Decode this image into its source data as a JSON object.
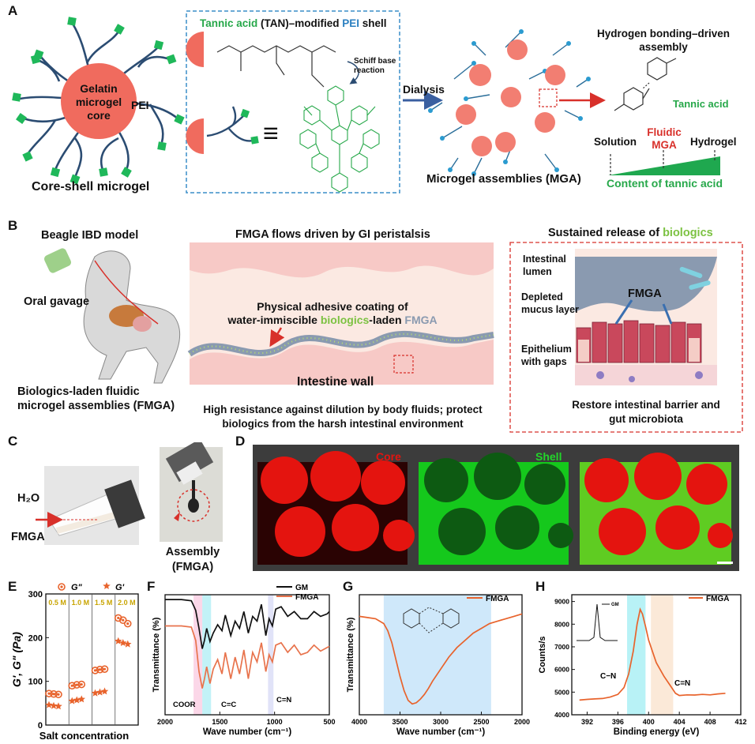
{
  "panels": {
    "a": {
      "label": "A",
      "gelatin_core": "Gelatin microgel core",
      "gelatin_core_lines": [
        "Gelatin",
        "microgel",
        "core"
      ],
      "pei": "PEI",
      "core_shell": "Core-shell microgel",
      "shell_title_green": "Tannic acid",
      "shell_title_mid": " (TAN)–modified ",
      "shell_title_blue": "PEI",
      "shell_title_end": " shell",
      "schiff_base": "Schiff base reaction",
      "schiff_lines": [
        "Schiff base",
        "reaction"
      ],
      "equiv": "≡",
      "dialysis": "Dialysis",
      "mga": "Microgel assemblies (MGA)",
      "hbond": "Hydrogen bonding–driven assembly",
      "hbond_lines": [
        "Hydrogen bonding–driven",
        "assembly"
      ],
      "tannic_acid": "Tannic acid",
      "solution": "Solution",
      "fluidic_mga": "Fluidic MGA",
      "fluidic_lines": [
        "Fluidic",
        "MGA"
      ],
      "hydrogel": "Hydrogel",
      "content": "Content of tannic acid"
    },
    "b": {
      "label": "B",
      "beagle": "Beagle IBD model",
      "oral": "Oral gavage",
      "fmga_line1": "Biologics-laden fluidic",
      "fmga_line2": "microgel assemblies (FMGA)",
      "flows": "FMGA flows driven by GI peristalsis",
      "coating_line1": "Physical adhesive coating of",
      "coating_line2_a": "water-immiscible ",
      "coating_line2_b": "biologics",
      "coating_line2_c": "-laden ",
      "coating_line2_d": "FMGA",
      "intestine_wall": "Intestine wall",
      "resistance_line1": "High resistance against dilution by body fluids; protect",
      "resistance_line2": "biologics from the harsh intestinal environment",
      "sustained_a": "Sustained release of ",
      "sustained_b": "biologics",
      "lumen": "Intestinal lumen",
      "lumen_lines": [
        "Intestinal",
        "lumen"
      ],
      "mucus": "Depleted mucus layer",
      "mucus_lines": [
        "Depleted",
        "mucus layer"
      ],
      "epithelium": "Epithelium with gaps",
      "epi_lines": [
        "Epithelium",
        "with gaps"
      ],
      "fmga": "FMGA",
      "restore_line1": "Restore intestinal barrier and",
      "restore_line2": "gut microbiota"
    },
    "c": {
      "label": "C",
      "h2o": "H₂O",
      "fmga": "FMGA",
      "assembly": "Assembly",
      "assembly_sub": "(FMGA)"
    },
    "d": {
      "label": "D",
      "core": "Core",
      "shell": "Shell"
    },
    "e": {
      "label": "E"
    },
    "f": {
      "label": "F"
    },
    "g": {
      "label": "G"
    },
    "h": {
      "label": "H"
    }
  },
  "chart_data": [
    {
      "id": "E",
      "type": "scatter",
      "xlabel": "Salt concentration",
      "ylabel": "G', G\" (Pa)",
      "ylim": [
        0,
        300
      ],
      "yticks": [
        0,
        100,
        200,
        300
      ],
      "categories": [
        "0.5 M",
        "1.0 M",
        "1.5 M",
        "2.0 M"
      ],
      "legend": [
        "G\"",
        "G'"
      ],
      "series": [
        {
          "name": "G\"",
          "marker": "circle",
          "color": "#e8632c",
          "values": [
            [
              72,
              71,
              70
            ],
            [
              90,
              92,
              93
            ],
            [
              125,
              127,
              128
            ],
            [
              245,
              240,
              232
            ]
          ]
        },
        {
          "name": "G'",
          "marker": "star",
          "color": "#e8632c",
          "values": [
            [
              46,
              44,
              43
            ],
            [
              55,
              57,
              59
            ],
            [
              73,
              75,
              77
            ],
            [
              192,
              188,
              185
            ]
          ]
        }
      ],
      "grid": false
    },
    {
      "id": "F",
      "type": "line",
      "xlabel": "Wave number (cm⁻¹)",
      "ylabel": "Transmittance (%)",
      "xlim": [
        2000,
        500
      ],
      "xticks": [
        2000,
        1500,
        1000,
        500
      ],
      "series": [
        {
          "name": "GM",
          "color": "#111111",
          "x": [
            2000,
            1850,
            1760,
            1720,
            1690,
            1660,
            1640,
            1620,
            1590,
            1560,
            1520,
            1480,
            1450,
            1400,
            1360,
            1320,
            1280,
            1240,
            1200,
            1160,
            1120,
            1080,
            1050,
            1020,
            990,
            940,
            880,
            820,
            760,
            700,
            640,
            580,
            520,
            500
          ],
          "y": [
            0.96,
            0.96,
            0.95,
            0.87,
            0.72,
            0.55,
            0.62,
            0.72,
            0.61,
            0.68,
            0.75,
            0.7,
            0.83,
            0.66,
            0.78,
            0.72,
            0.86,
            0.68,
            0.82,
            0.78,
            0.92,
            0.66,
            0.8,
            0.74,
            0.88,
            0.9,
            0.82,
            0.86,
            0.8,
            0.8,
            0.86,
            0.82,
            0.84,
            0.86
          ]
        },
        {
          "name": "FMGA",
          "color": "#e8734c",
          "x": [
            2000,
            1850,
            1760,
            1720,
            1690,
            1660,
            1640,
            1620,
            1590,
            1560,
            1520,
            1480,
            1450,
            1400,
            1360,
            1320,
            1280,
            1240,
            1200,
            1160,
            1120,
            1080,
            1050,
            1020,
            990,
            940,
            880,
            820,
            760,
            700,
            640,
            580,
            520,
            500
          ],
          "y": [
            0.74,
            0.74,
            0.73,
            0.62,
            0.36,
            0.22,
            0.3,
            0.4,
            0.26,
            0.38,
            0.46,
            0.34,
            0.52,
            0.3,
            0.48,
            0.34,
            0.54,
            0.3,
            0.52,
            0.44,
            0.6,
            0.36,
            0.5,
            0.44,
            0.58,
            0.6,
            0.52,
            0.58,
            0.5,
            0.52,
            0.58,
            0.53,
            0.56,
            0.57
          ]
        }
      ],
      "annotations": [
        "COOR",
        "C=C",
        "C=N"
      ]
    },
    {
      "id": "G",
      "type": "line",
      "xlabel": "Wave number (cm⁻¹)",
      "ylabel": "Transmittance (%)",
      "xlim": [
        4000,
        2000
      ],
      "xticks": [
        4000,
        3500,
        3000,
        2500,
        2000
      ],
      "series": [
        {
          "name": "FMGA",
          "color": "#e8632c",
          "x": [
            4000,
            3900,
            3800,
            3700,
            3650,
            3600,
            3550,
            3500,
            3450,
            3400,
            3350,
            3300,
            3250,
            3200,
            3150,
            3100,
            3000,
            2900,
            2800,
            2700,
            2600,
            2500,
            2400,
            2300,
            2200,
            2100,
            2000
          ],
          "y": [
            0.82,
            0.81,
            0.8,
            0.76,
            0.7,
            0.6,
            0.46,
            0.32,
            0.2,
            0.12,
            0.09,
            0.1,
            0.13,
            0.17,
            0.22,
            0.28,
            0.38,
            0.48,
            0.56,
            0.62,
            0.68,
            0.72,
            0.76,
            0.78,
            0.8,
            0.82,
            0.84
          ]
        }
      ]
    },
    {
      "id": "H",
      "type": "line",
      "xlabel": "Binding energy (eV)",
      "ylabel": "Counts/s",
      "xlim": [
        390,
        412
      ],
      "xticks": [
        392,
        396,
        400,
        404,
        408,
        412
      ],
      "ylim": [
        4000,
        9300
      ],
      "yticks": [
        4000,
        5000,
        6000,
        7000,
        8000,
        9000
      ],
      "series": [
        {
          "name": "FMGA",
          "color": "#e8632c",
          "x": [
            391,
            392,
            393,
            394,
            395,
            396,
            396.8,
            397.4,
            398,
            398.5,
            398.9,
            399.2,
            399.6,
            400,
            400.5,
            401,
            402,
            403,
            403.5,
            404,
            405,
            406,
            407,
            408,
            409,
            410
          ],
          "y": [
            4650,
            4680,
            4700,
            4720,
            4780,
            4900,
            5200,
            5800,
            6800,
            8000,
            8650,
            8450,
            7900,
            7300,
            6800,
            6300,
            5700,
            5200,
            4950,
            4850,
            4880,
            4870,
            4900,
            4880,
            4920,
            4950
          ]
        }
      ],
      "annotations": [
        "C−N",
        "C=N"
      ],
      "inset": {
        "name": "GM"
      }
    }
  ]
}
